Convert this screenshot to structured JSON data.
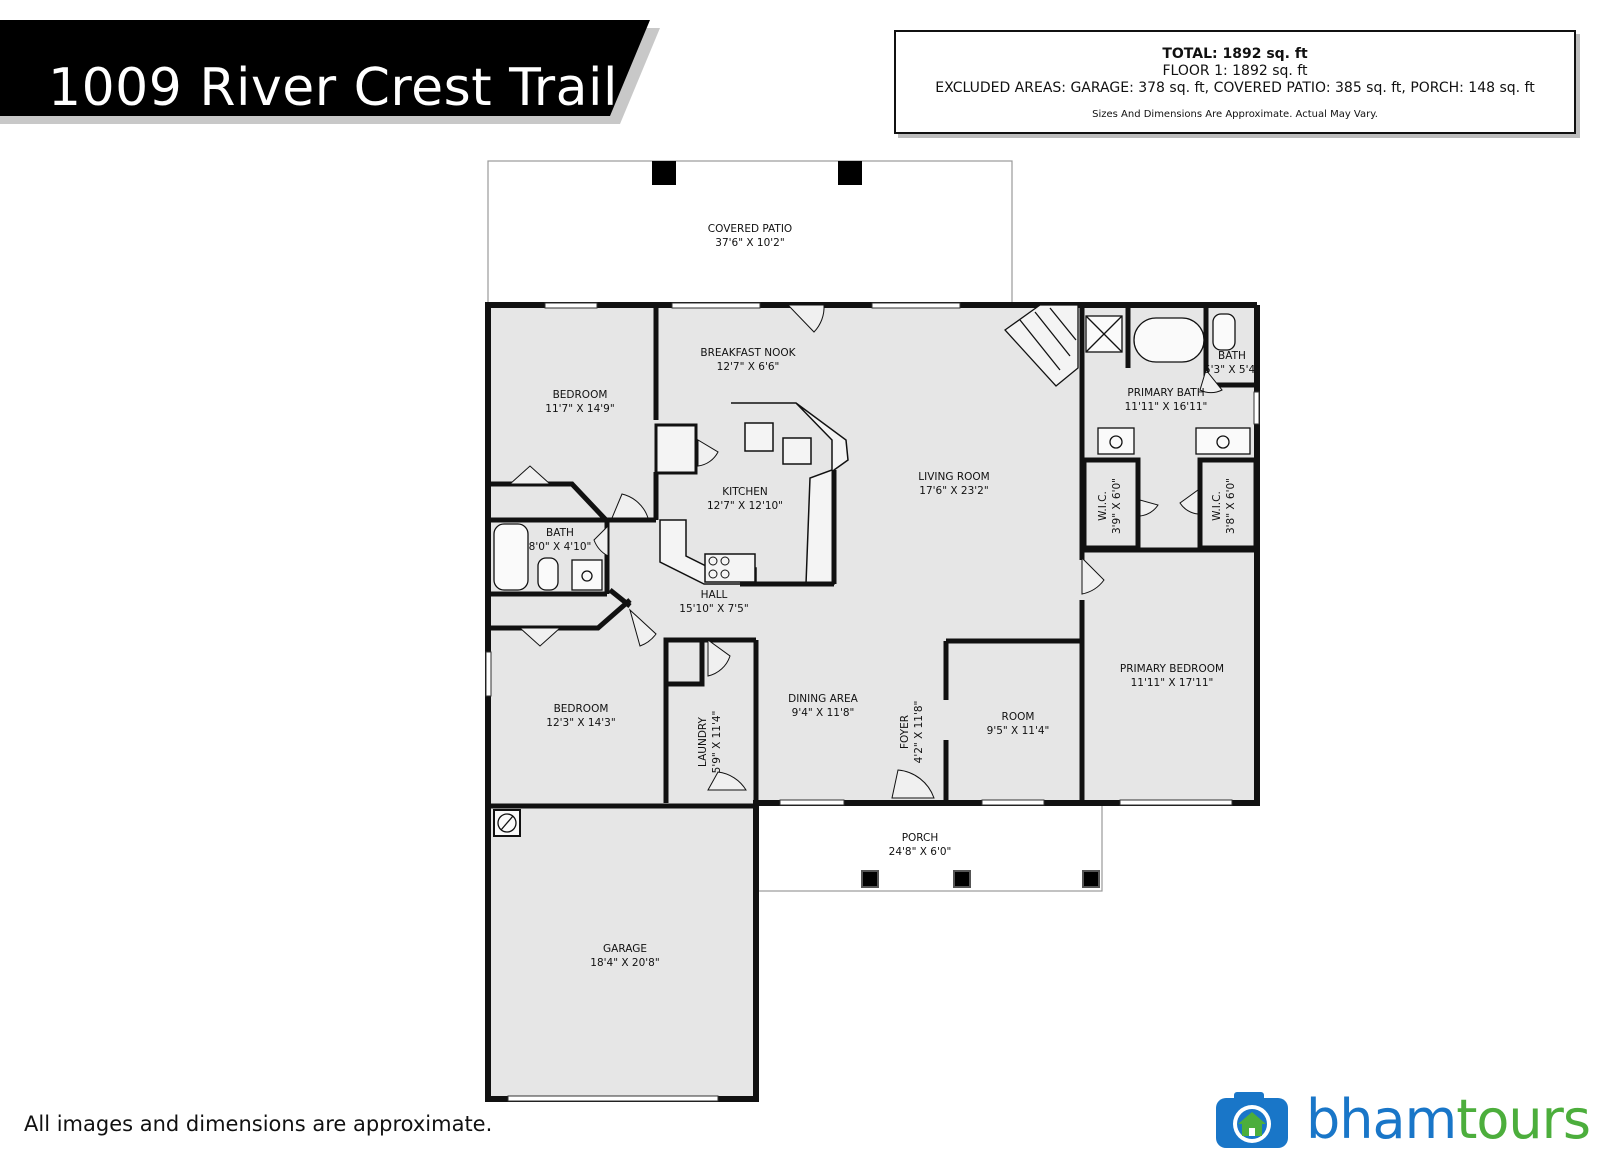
{
  "header": {
    "title": "1009 River Crest Trail"
  },
  "area_summary": {
    "total": "TOTAL: 1892 sq. ft",
    "floor": "FLOOR 1: 1892 sq. ft",
    "excluded": "EXCLUDED AREAS: GARAGE: 378 sq. ft, COVERED PATIO: 385 sq. ft, PORCH: 148 sq. ft",
    "disclaimer": "Sizes And Dimensions Are Approximate. Actual May Vary."
  },
  "rooms": {
    "covered_patio": {
      "name": "COVERED PATIO",
      "dim": "37'6\" X 10'2\""
    },
    "breakfast_nook": {
      "name": "BREAKFAST NOOK",
      "dim": "12'7\" X 6'6\""
    },
    "bedroom_1": {
      "name": "BEDROOM",
      "dim": "11'7\" X 14'9\""
    },
    "kitchen": {
      "name": "KITCHEN",
      "dim": "12'7\" X 12'10\""
    },
    "living_room": {
      "name": "LIVING ROOM",
      "dim": "17'6\" X 23'2\""
    },
    "bath_hall": {
      "name": "BATH",
      "dim": "8'0\" X 4'10\""
    },
    "hall": {
      "name": "HALL",
      "dim": "15'10\" X 7'5\""
    },
    "primary_bath": {
      "name": "PRIMARY BATH",
      "dim": "11'11\" X 16'11\""
    },
    "bath_primary_wc": {
      "name": "BATH",
      "dim": "5'3\" X 5'4\""
    },
    "wic_1": {
      "name": "W.I.C.",
      "dim": "3'9\" X 6'0\""
    },
    "wic_2": {
      "name": "W.I.C.",
      "dim": "3'8\" X 6'0\""
    },
    "bedroom_2": {
      "name": "BEDROOM",
      "dim": "12'3\" X 14'3\""
    },
    "laundry": {
      "name": "LAUNDRY",
      "dim": "5'9\" X 11'4\""
    },
    "dining_area": {
      "name": "DINING AREA",
      "dim": "9'4\" X 11'8\""
    },
    "foyer": {
      "name": "FOYER",
      "dim": "4'2\" X 11'8\""
    },
    "room": {
      "name": "ROOM",
      "dim": "9'5\" X 11'4\""
    },
    "primary_bedroom": {
      "name": "PRIMARY BEDROOM",
      "dim": "11'11\" X 17'11\""
    },
    "porch": {
      "name": "PORCH",
      "dim": "24'8\" X 6'0\""
    },
    "garage": {
      "name": "GARAGE",
      "dim": "18'4\" X 20'8\""
    }
  },
  "footer": {
    "note": "All images and dimensions are approximate."
  },
  "logo": {
    "part1": "bham",
    "part2": "tours",
    "icon": "camera-house-icon"
  },
  "colors": {
    "floor_fill": "#e6e6e6",
    "wall": "#111111",
    "logo_blue": "#1976c8",
    "logo_green": "#4cae3c"
  }
}
